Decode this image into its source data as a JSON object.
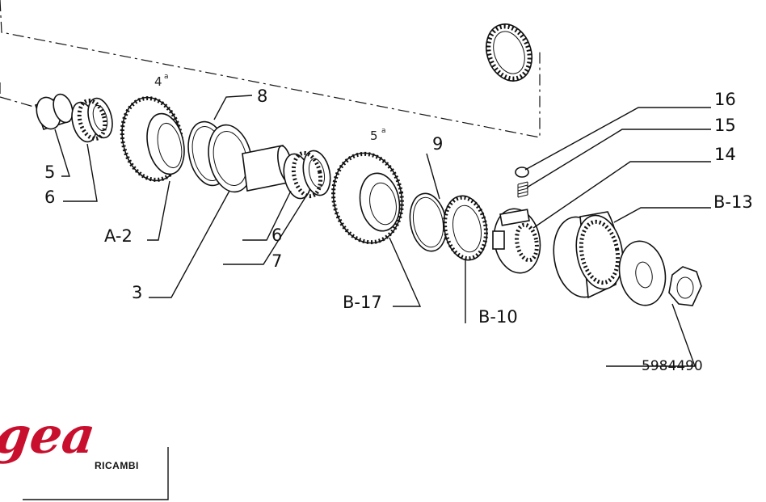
{
  "labels": {
    "p8": "8",
    "p16": "16",
    "p15": "15",
    "p9": "9",
    "p14": "14",
    "pB13": "B-13",
    "p5": "5",
    "p6a": "6",
    "pA2": "A-2",
    "p6b": "6",
    "p7": "7",
    "p3": "3",
    "pB17": "B-17",
    "pB10": "B-10",
    "pCode": "5984490"
  },
  "gear_markers": {
    "gear4_num": "4",
    "gear4_sup": "a",
    "gear5_num": "5",
    "gear5_sup": "a"
  },
  "logo": {
    "brand": "Agea",
    "sub": "RICAMBI",
    "color": "#c8102e"
  }
}
